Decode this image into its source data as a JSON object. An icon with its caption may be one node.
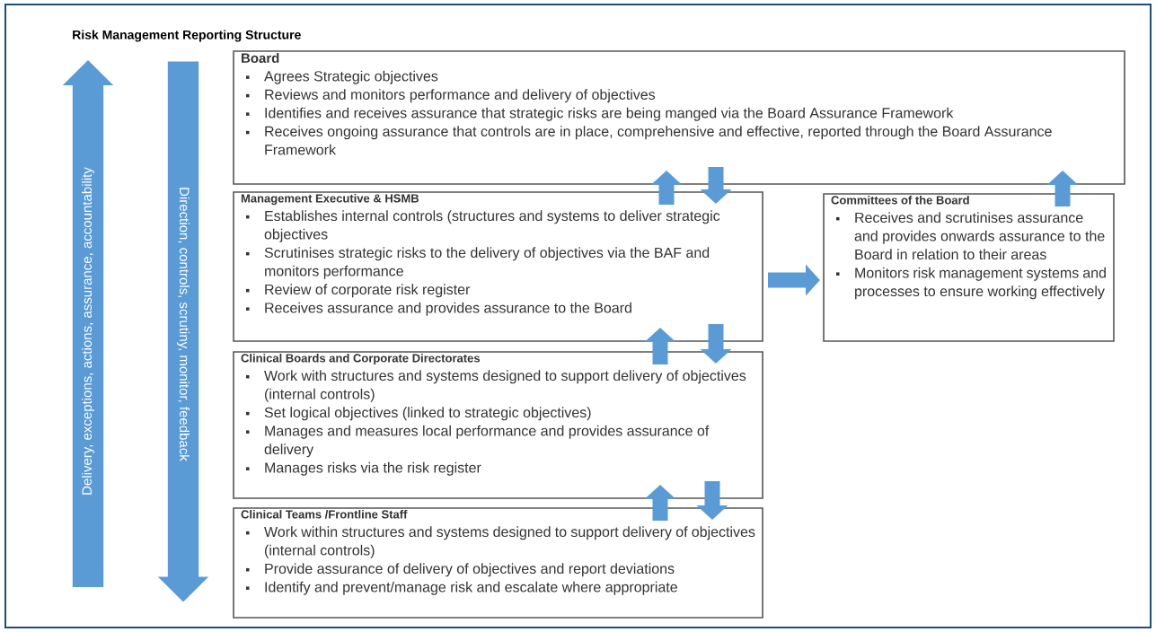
{
  "diagram": {
    "title": "Risk Management Reporting Structure",
    "nodes": [
      {
        "text": [
          "Delivery, exceptions, actions, assurance, accountability"
        ]
      },
      {
        "text": [
          "Direction, controls, scrutiny, monitor, feedback"
        ]
      },
      {
        "text": [
          "Board",
          "Agrees Strategic objectives",
          "Reviews and monitors performance and delivery of objectives",
          "Identifies and receives assurance that strategic risks are being manged via the Board Assurance Framework",
          "Receives ongoing assurance that controls are in place, comprehensive and effective, reported through the Board Assurance Framework"
        ]
      },
      {
        "text": [
          "Management Executive & HSMB",
          "Establishes internal controls (structures and systems to deliver strategic objectives",
          "Scrutinises strategic risks to the delivery of objectives via the BAF and monitors performance",
          "Review of corporate risk register",
          "Receives assurance and provides assurance to the Board"
        ]
      },
      {
        "text": [
          "Committees of the Board",
          "Receives and scrutinises assurance and provides onwards assurance to the Board in relation to their areas",
          "Monitors risk management systems and processes to ensure working effectively"
        ]
      },
      {
        "text": [
          "Clinical Boards and Corporate Directorates",
          "Work with structures and systems designed to support delivery of objectives (internal controls)",
          "Set logical objectives (linked to strategic objectives)",
          "Manages and measures local performance and provides assurance of delivery",
          "Manages risks via the risk register"
        ]
      },
      {
        "text": [
          "Clinical Teams /Frontline Staff",
          "Work within structures and systems designed to support delivery of objectives (internal controls)",
          "Provide assurance of delivery of objectives and report deviations",
          "Identify and prevent/manage risk and escalate where appropriate"
        ]
      }
    ],
    "edges": [
      {
        "from": 3,
        "to": 2,
        "arrow": "to"
      },
      {
        "from": 2,
        "to": 3,
        "arrow": "to"
      },
      {
        "from": 5,
        "to": 3,
        "arrow": "to"
      },
      {
        "from": 3,
        "to": 5,
        "arrow": "to"
      },
      {
        "from": 6,
        "to": 5,
        "arrow": "to"
      },
      {
        "from": 5,
        "to": 6,
        "arrow": "to"
      },
      {
        "from": 3,
        "to": 4,
        "arrow": "to"
      },
      {
        "from": 4,
        "to": 2,
        "arrow": "to"
      }
    ]
  }
}
